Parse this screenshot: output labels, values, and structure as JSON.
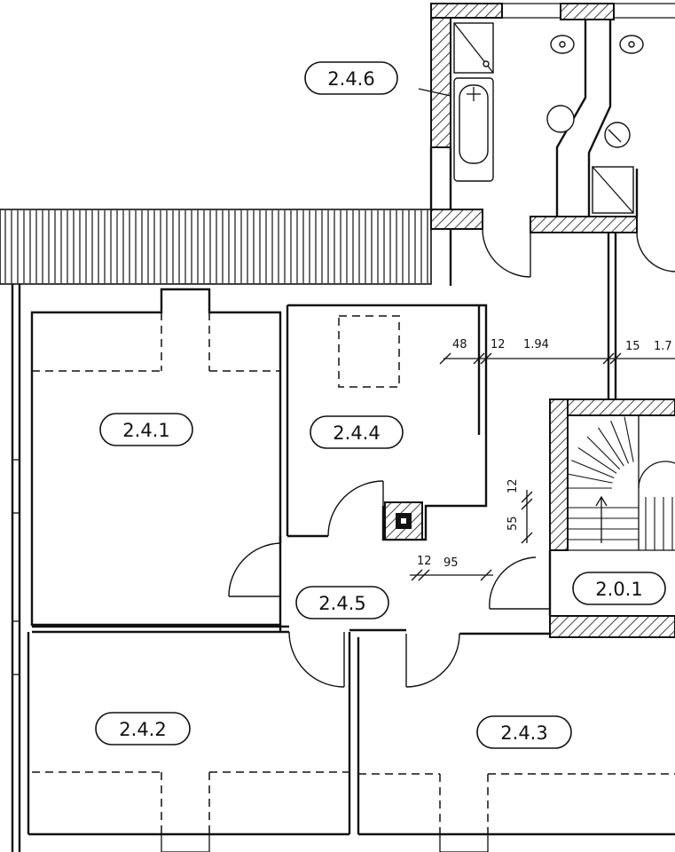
{
  "rooms": [
    {
      "id": "2.4.6"
    },
    {
      "id": "2.4.1"
    },
    {
      "id": "2.4.4"
    },
    {
      "id": "2.4.5"
    },
    {
      "id": "2.0.1"
    },
    {
      "id": "2.4.2"
    },
    {
      "id": "2.4.3"
    }
  ],
  "dimensions": {
    "d48": "48",
    "d12a": "12",
    "d194": "1.94",
    "d15": "15",
    "d17": "1.7",
    "d12b": "12",
    "d55": "55",
    "d12c": "12",
    "d95": "95"
  }
}
